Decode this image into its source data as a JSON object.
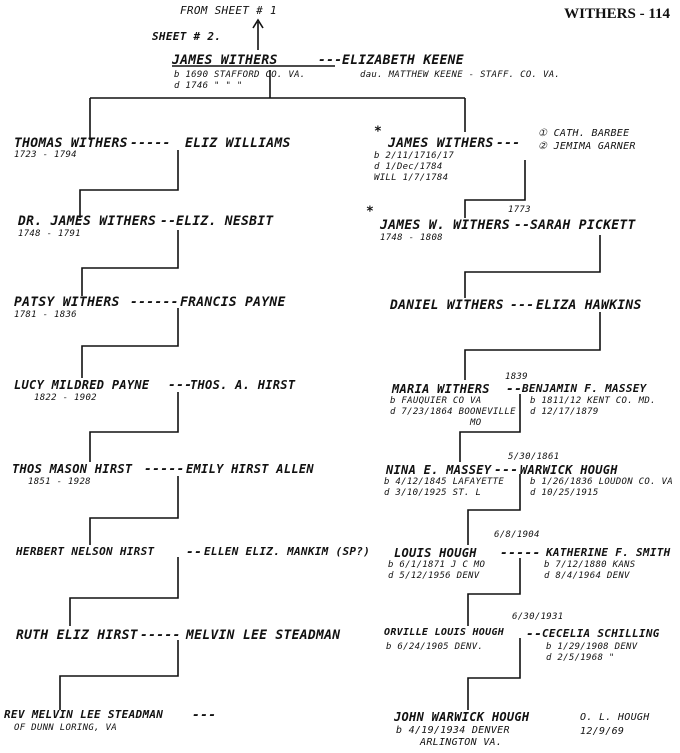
{
  "header": {
    "title": "WITHERS - 114"
  },
  "top": {
    "from_sheet": "FROM SHEET # 1",
    "sheet": "SHEET # 2.",
    "husband": "JAMES WITHERS",
    "wife": "ELIZABETH KEENE",
    "husband_info1": "b 1690 STAFFORD CO. VA.",
    "husband_info2": "d 1746 \" \" \"",
    "wife_info": "dau. MATTHEW KEENE - STAFF. CO. VA."
  },
  "left": [
    {
      "husband": "THOMAS WITHERS",
      "wife": "ELIZ WILLIAMS",
      "dates": "1723 - 1794"
    },
    {
      "husband": "DR. JAMES WITHERS",
      "wife": "ELIZ. NESBIT",
      "dates": "1748 - 1791"
    },
    {
      "husband": "PATSY WITHERS",
      "wife": "FRANCIS PAYNE",
      "dates": "1781 - 1836"
    },
    {
      "husband": "LUCY MILDRED PAYNE",
      "wife": "THOS. A. HIRST",
      "dates": "1822 - 1902"
    },
    {
      "husband": "THOS MASON HIRST",
      "wife": "EMILY HIRST ALLEN",
      "dates": "1851 - 1928"
    },
    {
      "husband": "HERBERT NELSON HIRST",
      "wife": "ELLEN ELIZ. MANKIM (SP?)",
      "dates": ""
    },
    {
      "husband": "RUTH ELIZ HIRST",
      "wife": "MELVIN LEE STEADMAN",
      "dates": ""
    },
    {
      "husband": "REV MELVIN LEE STEADMAN",
      "wife": "",
      "dates": "OF DUNN LORING, VA"
    }
  ],
  "right": {
    "g1": {
      "star": "*",
      "husband": "JAMES WITHERS",
      "w1": "① CATH. BARBEE",
      "w2": "② JEMIMA GARNER",
      "info1": "b 2/11/1716/17",
      "info2": "d 1/Dec/1784",
      "info3": "WILL 1/7/1784"
    },
    "g2": {
      "star": "*",
      "husband": "JAMES W. WITHERS",
      "wife": "SARAH PICKETT",
      "year": "1773",
      "dates": "1748 - 1808"
    },
    "g3": {
      "husband": "DANIEL WITHERS",
      "wife": "ELIZA HAWKINS"
    },
    "g4": {
      "husband": "MARIA WITHERS",
      "wife": "BENJAMIN F. MASSEY",
      "year": "1839",
      "h1": "b FAUQUIER CO VA",
      "h2": "d 7/23/1864 BOONEVILLE",
      "h3": "MO",
      "w1": "b 1811/12 KENT CO. MD.",
      "w2": "d 12/17/1879"
    },
    "g5": {
      "husband": "NINA E. MASSEY",
      "wife": "WARWICK HOUGH",
      "year": "5/30/1861",
      "h1": "b 4/12/1845 LAFAYETTE",
      "h2": "d 3/10/1925 ST. L",
      "w1": "b 1/26/1836 LOUDON CO. VA",
      "w2": "d 10/25/1915"
    },
    "g6": {
      "husband": "LOUIS HOUGH",
      "wife": "KATHERINE F. SMITH",
      "year": "6/8/1904",
      "h1": "b 6/1/1871 J C MO",
      "h2": "d 5/12/1956 DENV",
      "w1": "b 7/12/1880 KANS",
      "w2": "d 8/4/1964 DENV"
    },
    "g7": {
      "husband": "ORVILLE LOUIS HOUGH",
      "wife": "CECELIA SCHILLING",
      "year": "6/30/1931",
      "h1": "b 6/24/1905 DENV.",
      "w1": "b 1/29/1908 DENV",
      "w2": "d 2/5/1968 \""
    },
    "g8": {
      "husband": "JOHN WARWICK HOUGH",
      "h1": "b 4/19/1934 DENVER",
      "h2": "ARLINGTON VA.",
      "sig1": "O. L. HOUGH",
      "sig2": "12/9/69"
    }
  }
}
